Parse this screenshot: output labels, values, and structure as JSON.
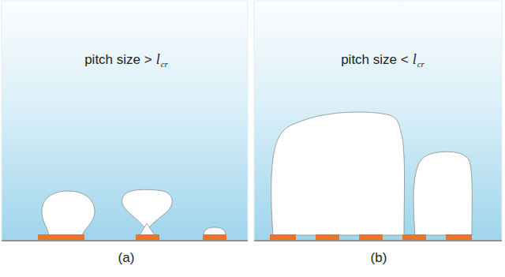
{
  "diagram": {
    "labels": [
      "pitch size >",
      "l",
      "cr",
      "pitch size <",
      "l",
      "cr",
      "(a)",
      "(b)"
    ]
  }
}
